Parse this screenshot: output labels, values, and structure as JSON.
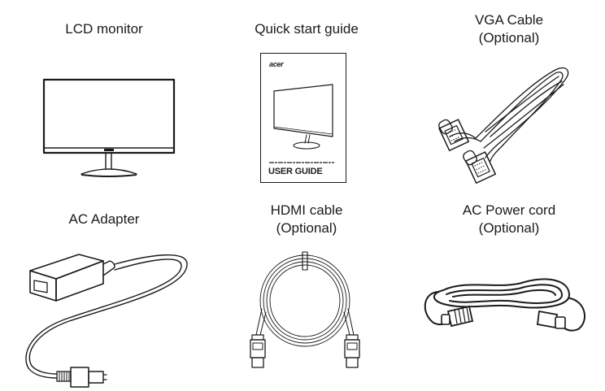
{
  "items": [
    {
      "name": "LCD monitor",
      "optional": ""
    },
    {
      "name": "Quick start guide",
      "optional": ""
    },
    {
      "name": "VGA Cable",
      "optional": "(Optional)"
    },
    {
      "name": "AC Adapter",
      "optional": ""
    },
    {
      "name": "HDMI cable",
      "optional": "(Optional)"
    },
    {
      "name": "AC Power cord",
      "optional": "(Optional)"
    }
  ],
  "guide_cover": {
    "brand": "acer",
    "title": "USER GUIDE"
  }
}
